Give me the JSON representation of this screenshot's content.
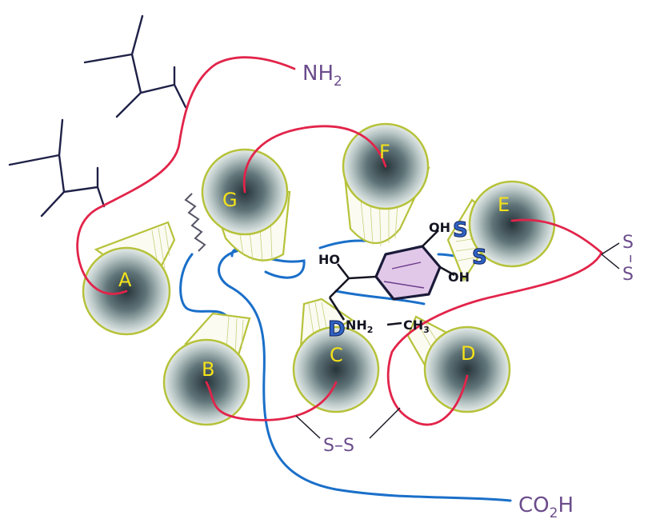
{
  "helices": [
    {
      "id": "A",
      "label": "A"
    },
    {
      "id": "B",
      "label": "B"
    },
    {
      "id": "C",
      "label": "C"
    },
    {
      "id": "D",
      "label": "D"
    },
    {
      "id": "E",
      "label": "E"
    },
    {
      "id": "F",
      "label": "F"
    },
    {
      "id": "G",
      "label": "G"
    }
  ],
  "termini": {
    "n_terminus": {
      "main": "NH",
      "sub": "2"
    },
    "c_terminus": {
      "main": "CO",
      "sub": "2",
      "tail": "H"
    }
  },
  "disulfides": {
    "extracellular_left": "S–S",
    "right_top": "S",
    "right_dash": "–",
    "right_bottom": "S"
  },
  "ligand": {
    "oh_top": "OH",
    "oh_bottom": "OH",
    "ho": "HO",
    "nh2": "NH",
    "nh2_sub": "2",
    "ch3": "CH",
    "ch3_sub": "3"
  },
  "binding_site_labels": {
    "d_residue": "D",
    "s_residue_1": "S",
    "s_residue_2": "S"
  },
  "colors": {
    "loop_red": "#e2244a",
    "loop_blue": "#1a6fc9",
    "helix_outline": "#b6c23a",
    "helix_label": "#f4e21a",
    "text_purple": "#6b4c8c",
    "glycan_navy": "#1f2147",
    "ligand_ring_fill": "#e2c8e8"
  }
}
